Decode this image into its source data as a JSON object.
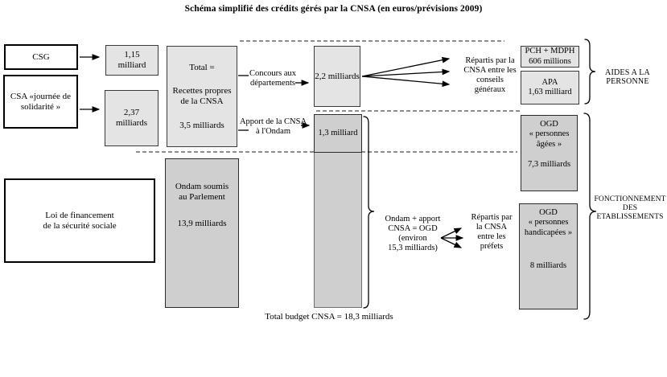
{
  "title": "Schéma simplifié des crédits gérés par la CNSA (en euros/prévisions 2009)",
  "colors": {
    "box_light": "#e4e4e4",
    "box_dark": "#cfcfcf"
  },
  "sources": {
    "csg": "CSG",
    "csa": "CSA «journée de\nsolidarité »",
    "loi": "Loi de financement\nde la sécurité sociale"
  },
  "amounts": {
    "csg_amount": "1,15\nmilliard",
    "csa_amount": "2,37\nmilliards"
  },
  "cnsa": {
    "total_label": "Total =",
    "total_name": "Recettes propres\nde la CNSA",
    "total_value": "3,5 milliards",
    "ondam_name": "Ondam soumis\nau Parlement",
    "ondam_value": "13,9 milliards"
  },
  "flows": {
    "concours_label": "Concours aux\ndépartements",
    "concours_value": "2,2 milliards",
    "apport_label": "Apport de la CNSA\nà l'Ondam",
    "apport_value": "1,3 milliard",
    "repartis_conseils": "Répartis par la\nCNSA entre les\nconseils\ngénéraux",
    "ondam_apport": "Ondam + apport\nCNSA = OGD\n(environ\n15,3 milliards)",
    "repartis_prefets": "Répartis par\nla CNSA\nentre les\npréfets"
  },
  "right": {
    "pch": "PCH + MDPH\n606 millions",
    "apa": "APA\n1,63 milliard",
    "aides": "AIDES A LA\nPERSONNE",
    "ogd_agees_title": "OGD\n« personnes\nâgées »",
    "ogd_agees_value": "7,3 milliards",
    "ogd_hand_title": "OGD\n« personnes\nhandicapées »",
    "ogd_hand_value": "8 milliards",
    "fonctionnement": "FONCTIONNEMENT\nDES\nETABLISSEMENTS"
  },
  "footer": {
    "total_budget": "Total budget CNSA = 18,3 milliards"
  }
}
